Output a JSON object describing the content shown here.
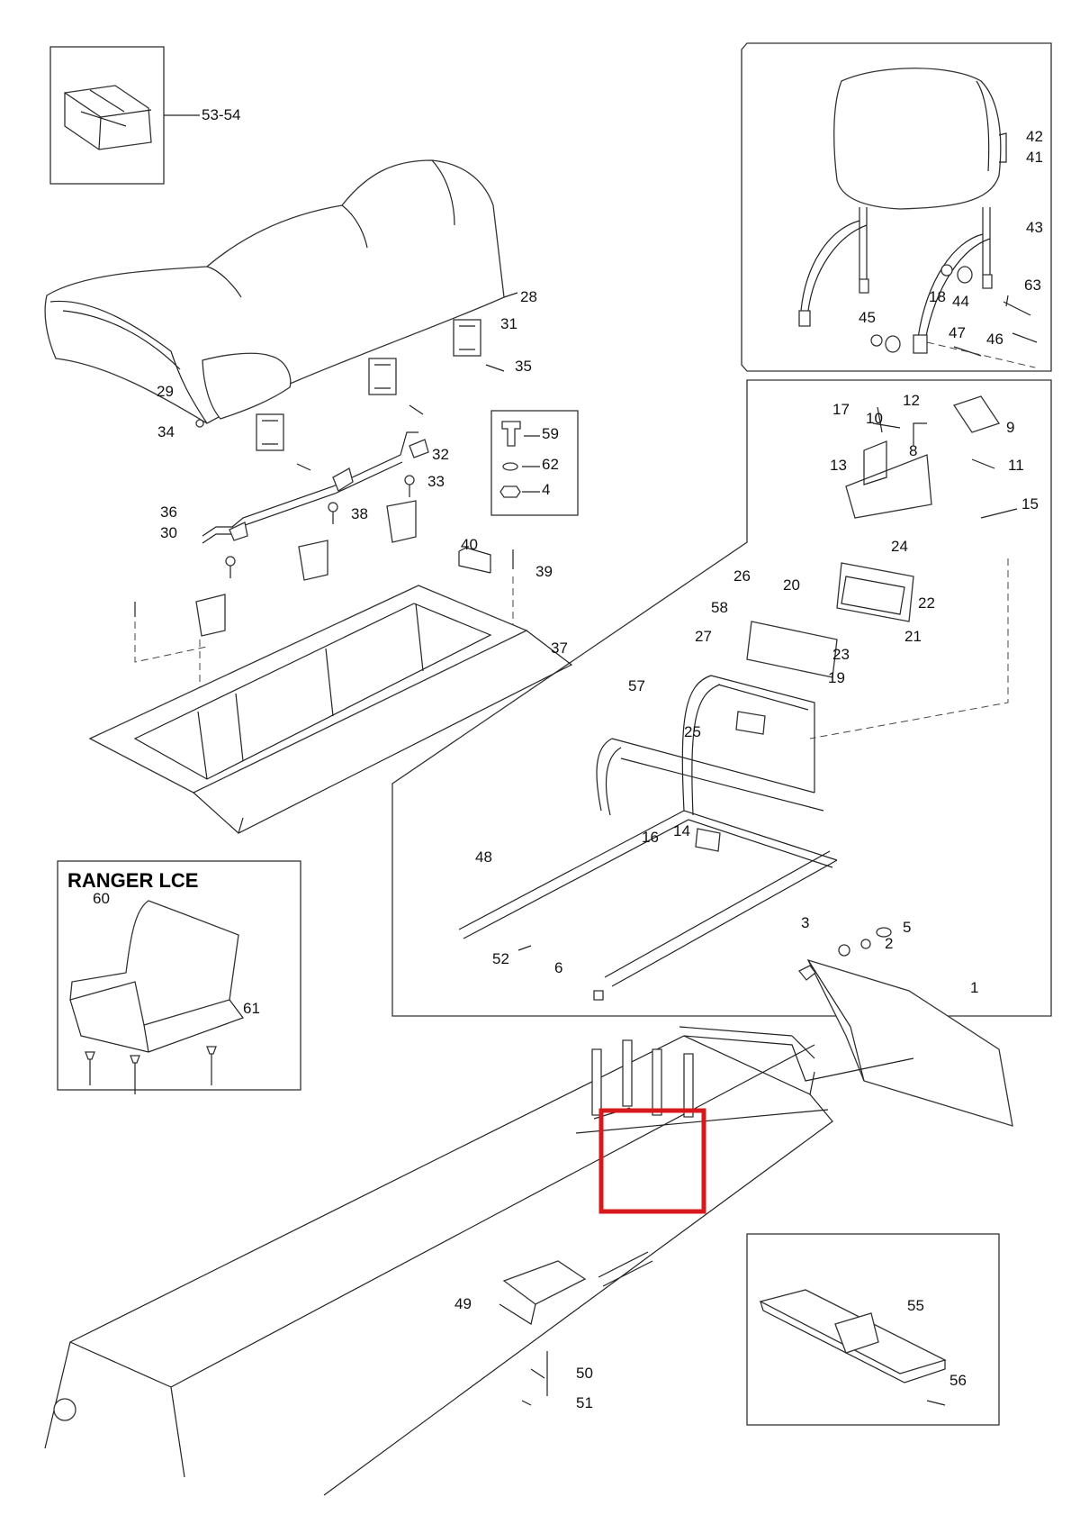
{
  "diagram": {
    "inset_title": "RANGER LCE",
    "highlight_color": "#d7191c",
    "labels": [
      "53-54",
      "28",
      "31",
      "29",
      "35",
      "34",
      "32",
      "33",
      "36",
      "30",
      "38",
      "40",
      "39",
      "37",
      "59",
      "62",
      "4",
      "42",
      "41",
      "43",
      "18",
      "44",
      "63",
      "45",
      "46",
      "47",
      "17",
      "12",
      "10",
      "9",
      "8",
      "11",
      "13",
      "15",
      "24",
      "20",
      "22",
      "26",
      "58",
      "27",
      "23",
      "21",
      "19",
      "57",
      "25",
      "16",
      "14",
      "48",
      "52",
      "6",
      "3",
      "5",
      "2",
      "1",
      "60",
      "61",
      "49",
      "50",
      "51",
      "55",
      "56"
    ]
  }
}
